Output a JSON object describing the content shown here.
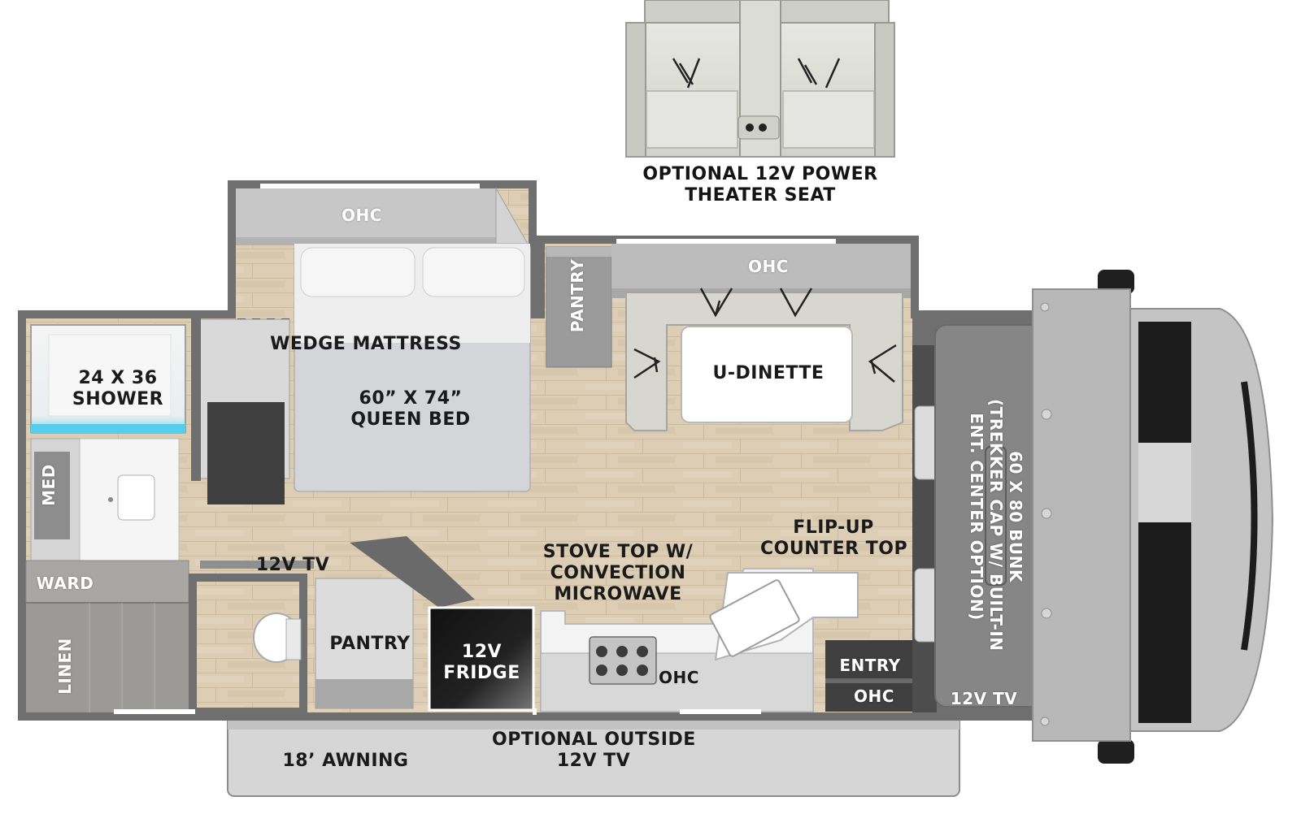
{
  "theater_seat": {
    "line1": "OPTIONAL 12V POWER",
    "line2": "THEATER SEAT"
  },
  "labels": {
    "ohc_bedroom": "OHC",
    "ohc_dinette": "OHC",
    "ohc_galley": "OHC",
    "ohc_entry": "OHC",
    "pantry_top": "PANTRY",
    "pantry_bottom": "PANTRY",
    "wedge_mattress": "WEDGE MATTRESS",
    "u_dinette": "U-DINETTE",
    "queen_bed": {
      "line1": "60” X 74”",
      "line2": "QUEEN BED"
    },
    "shower": {
      "line1": "24 X 36",
      "line2": "SHOWER"
    },
    "med": "MED",
    "ward": "WARD",
    "linen": "LINEN",
    "tv_bedroom": "12V TV",
    "tv_front": "12V TV",
    "stove": {
      "line1": "STOVE TOP W/",
      "line2": "CONVECTION",
      "line3": "MICROWAVE"
    },
    "flip_up": {
      "line1": "FLIP-UP",
      "line2": "COUNTER TOP"
    },
    "fridge": {
      "line1": "12V",
      "line2": "FRIDGE"
    },
    "entry": "ENTRY",
    "bunk": {
      "line1": "60 X 80 BUNK",
      "line2": "(TREKKER CAP W/ BUILT-IN",
      "line3": "ENT. CENTER OPTION)"
    },
    "awning": "18’ AWNING",
    "outside_tv": {
      "line1": "OPTIONAL OUTSIDE",
      "line2": "12V TV"
    }
  },
  "colors": {
    "wall": "#6e6e6e",
    "floor": "#d8c9b0",
    "cabinet": "#a9a9a9",
    "sofa": "#d9d9d4",
    "cab_body": "#b9b9b9",
    "windshield": "#1e1e1e",
    "shower_water": "#4fc6e8"
  }
}
